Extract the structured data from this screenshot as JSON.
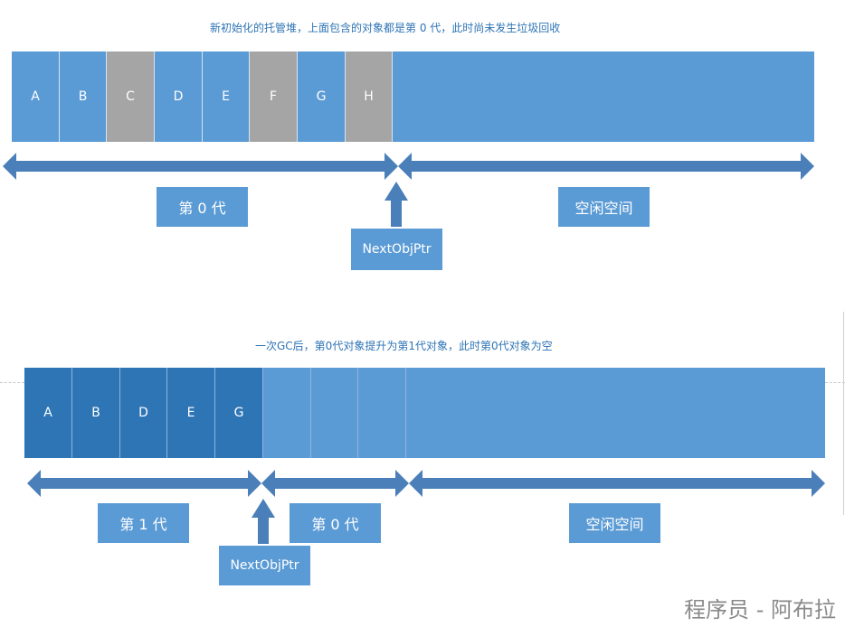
{
  "diagram1": {
    "caption": "新初始化的托管堆，上面包含的对象都是第 0 代，此时尚未发生垃圾回收",
    "cells": [
      {
        "label": "A",
        "state": "live"
      },
      {
        "label": "B",
        "state": "live"
      },
      {
        "label": "C",
        "state": "garbage"
      },
      {
        "label": "D",
        "state": "live"
      },
      {
        "label": "E",
        "state": "live"
      },
      {
        "label": "F",
        "state": "garbage"
      },
      {
        "label": "G",
        "state": "live"
      },
      {
        "label": "H",
        "state": "garbage"
      }
    ],
    "gen0_label": "第 0 代",
    "free_label": "空闲空间",
    "pointer_label": "NextObjPtr"
  },
  "diagram2": {
    "caption": "一次GC后，第0代对象提升为第1代对象，此时第0代对象为空",
    "cells": [
      {
        "label": "A",
        "state": "gen1"
      },
      {
        "label": "B",
        "state": "gen1"
      },
      {
        "label": "D",
        "state": "gen1"
      },
      {
        "label": "E",
        "state": "gen1"
      },
      {
        "label": "G",
        "state": "gen1"
      },
      {
        "label": "",
        "state": "gen0"
      },
      {
        "label": "",
        "state": "gen0"
      },
      {
        "label": "",
        "state": "gen0"
      }
    ],
    "gen1_label": "第 1 代",
    "gen0_label": "第 0 代",
    "free_label": "空闲空间",
    "pointer_label": "NextObjPtr"
  },
  "colors": {
    "live": "#5b9bd5",
    "garbage": "#a5a5a5",
    "gen1": "#2e75b6",
    "arrow": "#4a7fb9"
  },
  "watermark": "程序员 - 阿布拉"
}
